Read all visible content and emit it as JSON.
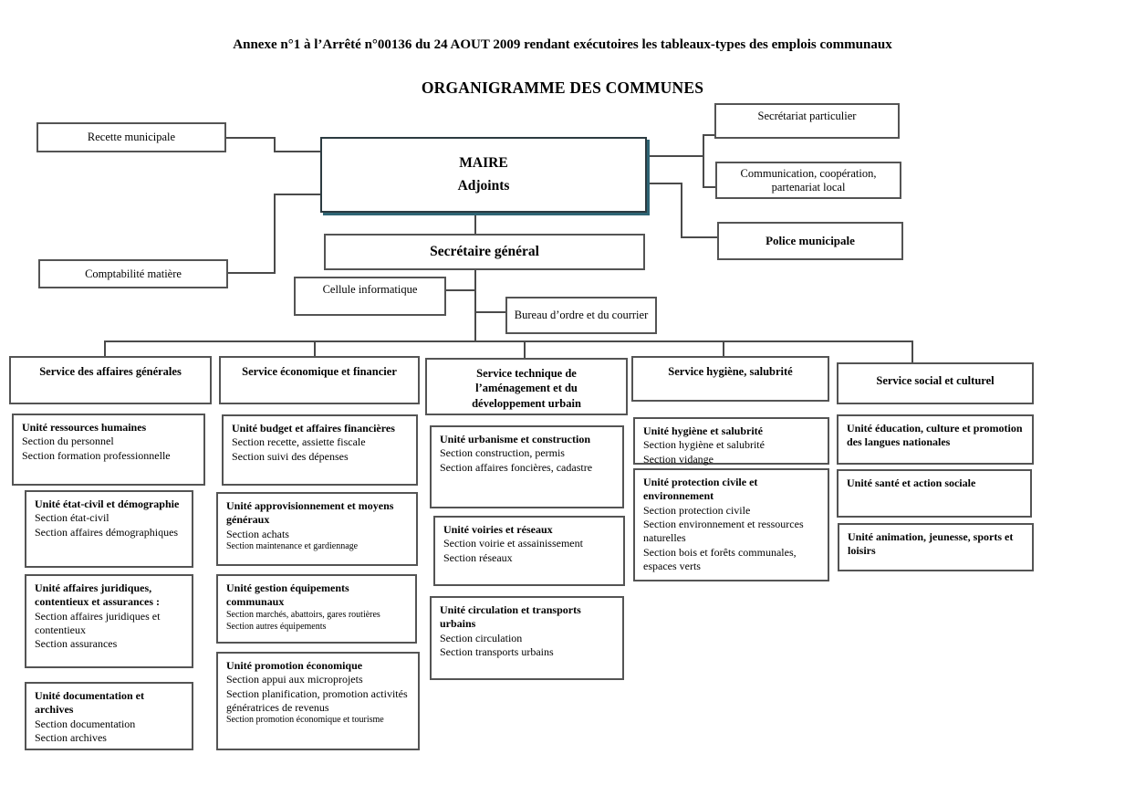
{
  "page": {
    "title": "Annexe n°1 à l’Arrêté n°00136 du 24 AOUT 2009 rendant exécutoires les tableaux-types des emplois communaux",
    "subtitle": "ORGANIGRAMME DES COMMUNES"
  },
  "colors": {
    "connector": "#4a4a4a",
    "maire_shadow": "#2e6474",
    "box_border": "#545454"
  },
  "direction": {
    "recette": "Recette municipale",
    "comptabilite": "Comptabilité matière",
    "maire": {
      "line1": "MAIRE",
      "line2": "Adjoints"
    },
    "secretariat_particulier": "Secrétariat particulier",
    "communication": "Communication, coopération, partenariat local",
    "police": "Police municipale",
    "secretaire_general": "Secrétaire général",
    "cellule_informatique": "Cellule informatique",
    "bureau_ordre": "Bureau d’ordre et du courrier"
  },
  "services": [
    {
      "label": "Service des affaires générales",
      "units": [
        {
          "title": "Unité ressources humaines",
          "sections": [
            "Section du personnel",
            "Section formation professionnelle"
          ]
        },
        {
          "title": "Unité état-civil et démographie",
          "sections": [
            "Section état-civil",
            "Section affaires démographiques"
          ]
        },
        {
          "title": "Unité affaires juridiques, contentieux et assurances :",
          "sections": [
            "Section affaires juridiques et contentieux",
            "Section assurances"
          ]
        },
        {
          "title": "Unité documentation et archives",
          "sections": [
            "Section documentation",
            "Section archives"
          ]
        }
      ]
    },
    {
      "label": "Service économique et financier",
      "units": [
        {
          "title": "Unité budget et affaires financières",
          "sections": [
            "Section recette, assiette fiscale",
            "Section suivi des dépenses"
          ]
        },
        {
          "title": "Unité approvisionnement et moyens généraux",
          "sections": [
            "Section achats",
            "Section maintenance et gardiennage"
          ]
        },
        {
          "title": "Unité gestion équipements communaux",
          "sections": [
            "Section marchés, abattoirs, gares routières",
            "Section autres équipements"
          ]
        },
        {
          "title": "Unité promotion économique",
          "sections": [
            "Section appui aux microprojets",
            "Section planification, promotion activités génératrices de revenus",
            "Section promotion économique et tourisme"
          ]
        }
      ]
    },
    {
      "label": "Service technique de l’aménagement et du développement urbain",
      "units": [
        {
          "title": "Unité urbanisme et construction",
          "sections": [
            "Section construction, permis",
            "Section affaires foncières, cadastre"
          ]
        },
        {
          "title": "Unité voiries et réseaux",
          "sections": [
            "Section voirie et assainissement",
            "Section réseaux"
          ]
        },
        {
          "title": "Unité circulation et transports urbains",
          "sections": [
            "Section circulation",
            "Section transports urbains"
          ]
        }
      ]
    },
    {
      "label": "Service hygiène, salubrité",
      "units": [
        {
          "title": "Unité hygiène et salubrité",
          "sections": [
            "Section hygiène et salubrité",
            "Section vidange"
          ]
        },
        {
          "title": "Unité protection civile et environnement",
          "sections": [
            "Section protection civile",
            "Section environnement et ressources naturelles",
            "Section bois et forêts communales, espaces verts"
          ]
        }
      ]
    },
    {
      "label": "Service social et culturel",
      "units": [
        {
          "title": "Unité éducation, culture et promotion des langues nationales",
          "sections": []
        },
        {
          "title": "Unité santé et action sociale",
          "sections": []
        },
        {
          "title": "Unité animation, jeunesse, sports et loisirs",
          "sections": []
        }
      ]
    }
  ]
}
